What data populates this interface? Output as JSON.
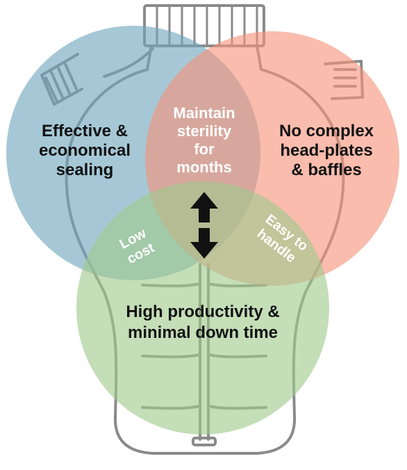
{
  "diagram": {
    "circles": {
      "blue": {
        "color": "#6fa7bd"
      },
      "red": {
        "color": "#f6937b"
      },
      "green": {
        "color": "#9fc98c"
      }
    },
    "labels": {
      "blue": [
        "Effective &",
        "economical",
        "sealing"
      ],
      "red": [
        "No complex",
        "head-plates",
        "& baffles"
      ],
      "green": [
        "High productivity &",
        "minimal down time"
      ],
      "center_top": [
        "Maintain",
        "sterility",
        "for",
        "months"
      ],
      "blue_green": [
        "Low",
        "cost"
      ],
      "red_green": [
        "Easy to",
        "handle"
      ]
    },
    "icons": [
      "arrow-up-icon",
      "arrow-down-icon",
      "bioreactor-vessel-icon"
    ]
  }
}
